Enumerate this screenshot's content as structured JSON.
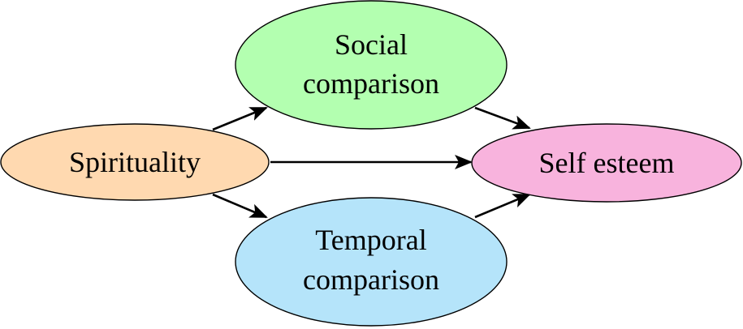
{
  "nodes": {
    "spirituality": {
      "lines": [
        "Spirituality"
      ],
      "color": "#FFD9B0"
    },
    "social": {
      "lines": [
        "Social",
        "comparison"
      ],
      "color": "#B3FFB0"
    },
    "temporal": {
      "lines": [
        "Temporal",
        "comparison"
      ],
      "color": "#B5E4FA"
    },
    "self_esteem": {
      "lines": [
        "Self esteem"
      ],
      "color": "#F8B3DD"
    }
  },
  "edges": [
    {
      "from": "spirituality",
      "to": "social"
    },
    {
      "from": "spirituality",
      "to": "temporal"
    },
    {
      "from": "spirituality",
      "to": "self_esteem"
    },
    {
      "from": "social",
      "to": "self_esteem"
    },
    {
      "from": "temporal",
      "to": "self_esteem"
    }
  ]
}
